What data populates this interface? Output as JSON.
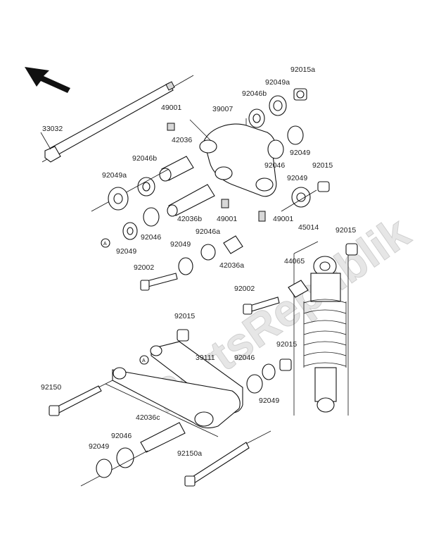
{
  "watermark": "PartsRepublik",
  "markers": {
    "ref_a": "A"
  },
  "labels": {
    "p33032": "33032",
    "p49001_top": "49001",
    "p39007": "39007",
    "p92046b_top": "92046b",
    "p92049a_top": "92049a",
    "p92015a": "92015a",
    "p42036": "42036",
    "p92046b_left": "92046b",
    "p92049_r1": "92049",
    "p92049a_left": "92049a",
    "p92046_r1": "92046",
    "p92015_r1": "92015",
    "p92049_r2": "92049",
    "p42036b": "42036b",
    "p49001_mid": "49001",
    "p49001_right": "49001",
    "p45014": "45014",
    "p92015_r2": "92015",
    "p92046_left": "92046",
    "p92046a": "92046a",
    "p92049_left": "92049",
    "p92049_mid": "92049",
    "p42036a": "42036a",
    "p44065": "44065",
    "p92002_left": "92002",
    "p92002_right": "92002",
    "p92015_mid": "92015",
    "p39111": "39111",
    "p92046_lower": "92046",
    "p92015_lower": "92015",
    "p92049_lower": "92049",
    "p92150": "92150",
    "p42036c": "42036c",
    "p92046_bottom": "92046",
    "p92049_bottom": "92049",
    "p92150a": "92150a"
  }
}
